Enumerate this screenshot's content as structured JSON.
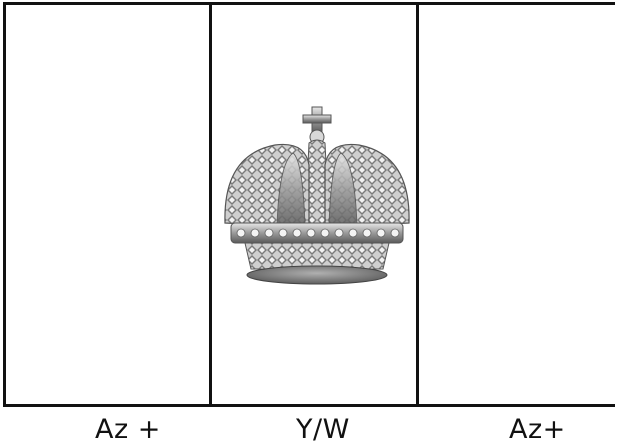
{
  "panels": [
    {
      "id": "left",
      "label": "Az +"
    },
    {
      "id": "middle",
      "label": "Y/W",
      "emblem": "imperial-crown"
    },
    {
      "id": "right",
      "label": "Az+"
    }
  ],
  "colors": {
    "border": "#111111",
    "background": "#ffffff",
    "crown": "#8a8a8a"
  }
}
